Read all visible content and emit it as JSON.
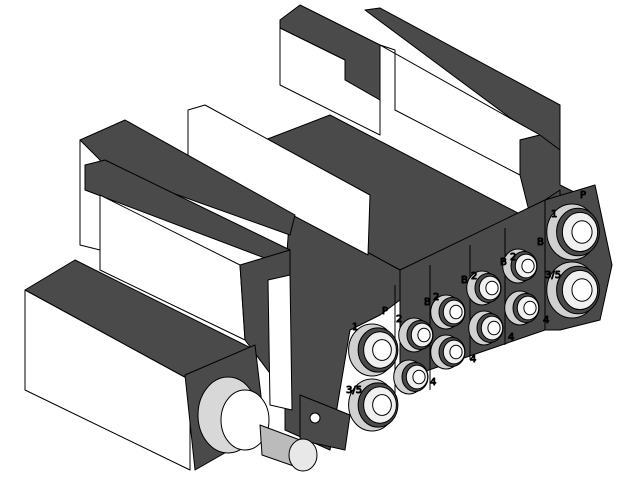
{
  "colors": {
    "body": "#4a4a4a",
    "light": "#ffffff",
    "outline": "#000000",
    "fitting": "#d8d8d8"
  },
  "port_labels": {
    "p_left": "P",
    "one_left": "1",
    "three_five_left": "3/5",
    "p_right": "P",
    "one_right": "1",
    "three_five_right": "3/5",
    "b1": "B",
    "b2": "B",
    "b3": "B",
    "b4": "B",
    "two1": "2",
    "two2": "2",
    "two3": "2",
    "two4": "2",
    "four1": "4",
    "four2": "4",
    "four3": "4",
    "four4": "4"
  }
}
